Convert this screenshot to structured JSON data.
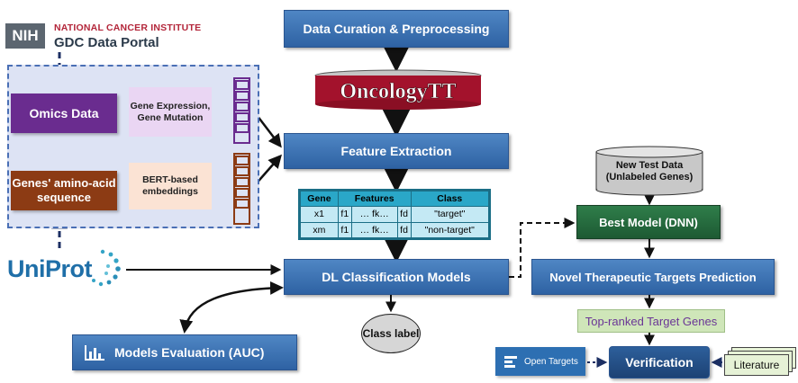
{
  "nih": {
    "badge": "NIH",
    "institute": "NATIONAL CANCER INSTITUTE",
    "portal": "GDC Data Portal"
  },
  "uniprot": {
    "name": "UniProt"
  },
  "inputs": {
    "omics_label": "Omics Data",
    "omics_desc": "Gene Expression, Gene Mutation",
    "sequence_label": "Genes' amino-acid sequence",
    "sequence_desc": "BERT-based embeddings"
  },
  "pipeline": {
    "data_curation": "Data Curation & Preprocessing",
    "oncology_banner": "OncologyTT",
    "feature_extraction": "Feature Extraction",
    "dl_models": "DL Classification Models",
    "class_label": "Class label",
    "models_evaluation": "Models Evaluation (AUC)"
  },
  "feature_table": {
    "headers": [
      "Gene",
      "Features",
      "Class"
    ],
    "rows": [
      {
        "gene": "x1",
        "f1": "f1",
        "fk": "… fk…",
        "fd": "fd",
        "class": "\"target\""
      },
      {
        "gene": "xm",
        "f1": "f1",
        "fk": "… fk…",
        "fd": "fd",
        "class": "\"non-target\""
      }
    ]
  },
  "prediction": {
    "new_test_data": "New Test Data (Unlabeled Genes)",
    "best_model": "Best Model (DNN)",
    "novel_targets": "Novel Therapeutic Targets Prediction",
    "top_ranked": "Top-ranked Target Genes",
    "verification": "Verification",
    "open_targets": "Open Targets",
    "literature": "Literature"
  },
  "colors": {
    "primary_blue": "#3a71b3",
    "omics_purple": "#6a2c8f",
    "sequence_brown": "#8c3b14",
    "best_model_green": "#1f5f36",
    "oncology_red": "#a3122c",
    "table_teal": "#2aa7c8"
  }
}
